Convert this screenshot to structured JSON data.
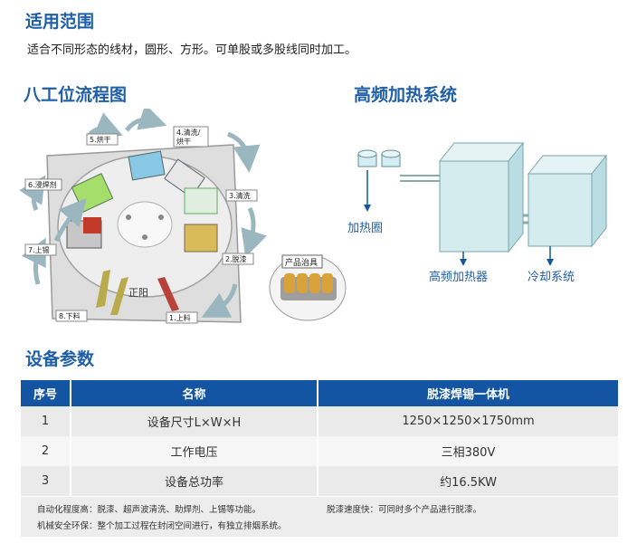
{
  "scope": {
    "title": "适用范围",
    "description": "适合不同形态的线材，圆形、方形。可单股或多股线同时加工。"
  },
  "flow": {
    "title": "八工位流程图",
    "stations": [
      "1.上料",
      "2.脱漆",
      "3.清洗",
      "4.清洗/\n烘干",
      "5.烘干",
      "6.浸焊剂",
      "7.上锡",
      "8.下料"
    ],
    "fixture_label": "产品治具",
    "logo_text": "正阳"
  },
  "heating": {
    "title": "高频加热系统",
    "labels": {
      "coil": "加热圈",
      "heater": "高频加热器",
      "cooling": "冷却系统"
    }
  },
  "params": {
    "title": "设备参数",
    "headers": [
      "序号",
      "名称",
      "脱漆焊锡一体机"
    ],
    "rows": [
      [
        "1",
        "设备尺寸L×W×H",
        "1250×1250×1750mm"
      ],
      [
        "2",
        "工作电压",
        "三相380V"
      ],
      [
        "3",
        "设备总功率",
        "约16.5KW"
      ]
    ],
    "notes": [
      "自动化程度高：脱漆、超声波清洗、助焊剂、上锡等功能。",
      "脱漆速度快：可同时多个产品进行脱漆。",
      "机械安全环保：整个加工过程在封闭空间进行，有独立排烟系统。"
    ]
  }
}
